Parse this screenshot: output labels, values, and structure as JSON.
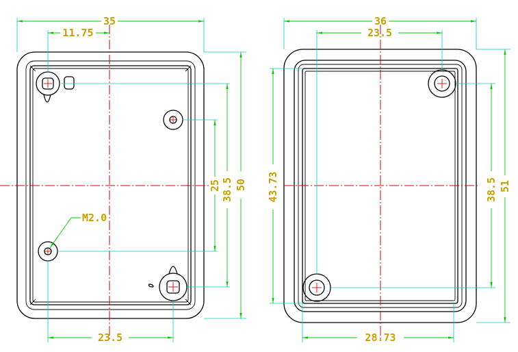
{
  "left_view": {
    "dim_width": "35",
    "dim_hole_offset": "11.75",
    "dim_hole_spacing_x": "23.5",
    "dim_hole_spacing_y_inner": "25",
    "dim_hole_spacing_y_outer": "38.5",
    "dim_height": "50",
    "thread_callout": "M2.0"
  },
  "right_view": {
    "dim_width": "36",
    "dim_hole_spacing_x_top": "23.5",
    "dim_hole_spacing_x_bottom": "28.73",
    "dim_inner_height": "43.73",
    "dim_hole_spacing_y": "38.5",
    "dim_height": "51"
  },
  "colors": {
    "outline": "#000000",
    "extension_lines": "#00cccc",
    "dimension_lines": "#00cc00",
    "center_lines": "#dd0000",
    "dimension_text": "#c8a000"
  }
}
